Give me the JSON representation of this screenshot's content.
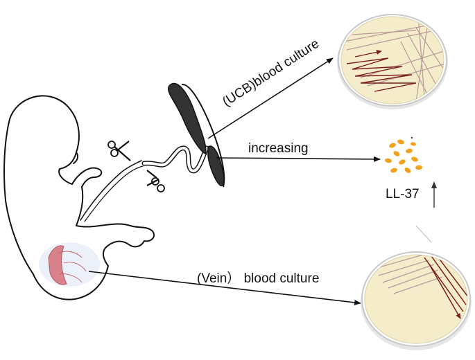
{
  "labels": {
    "ucb_culture": "(UCB)blood culture",
    "increasing": "increasing",
    "ll37": "LL-37",
    "vein_culture": "(Vein） blood culture"
  },
  "icons": {
    "fetus": "fetus-outline-icon",
    "scissors": "scissors-icon",
    "cord": "umbilical-cord-icon",
    "placenta": "placenta-icon",
    "petri_dish": "petri-dish-icon",
    "peptide_dots": "peptide-dots-icon",
    "up_arrow": "up-arrow-icon"
  },
  "colors": {
    "outline": "#111111",
    "agar": "#f5ecc9",
    "dish_rim": "#c9c9c9",
    "streak_dark": "#7a1d1d",
    "streak_light": "#b89a9a",
    "peptide": "#f2a11e",
    "placenta": "#d9828b"
  }
}
